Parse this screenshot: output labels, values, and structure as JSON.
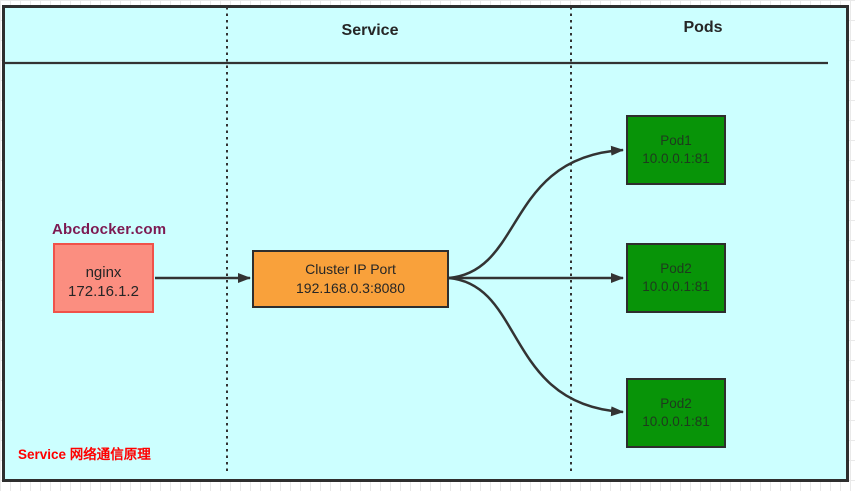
{
  "diagram": {
    "headers": {
      "service": "Service",
      "pods": "Pods"
    },
    "watermark": "Abcdocker.com",
    "client_box": {
      "name": "nginx",
      "ip": "172.16.1.2"
    },
    "service_box": {
      "label": "Cluster IP Port",
      "address": "192.168.0.3:8080"
    },
    "pods": [
      {
        "name": "Pod1",
        "address": "10.0.0.1:81"
      },
      {
        "name": "Pod2",
        "address": "10.0.0.1:81"
      },
      {
        "name": "Pod2",
        "address": "10.0.0.1:81"
      }
    ],
    "caption": "Service 网络通信原理",
    "colors": {
      "canvas_background": "#ccffff",
      "client_fill": "#fb8e80",
      "client_border": "#f0524a",
      "service_fill": "#f9a13b",
      "pod_fill": "#089408",
      "line": "#333333",
      "caption_text": "#ff0000",
      "watermark_text": "#7d1a52",
      "border": "#2e2e2e"
    }
  }
}
